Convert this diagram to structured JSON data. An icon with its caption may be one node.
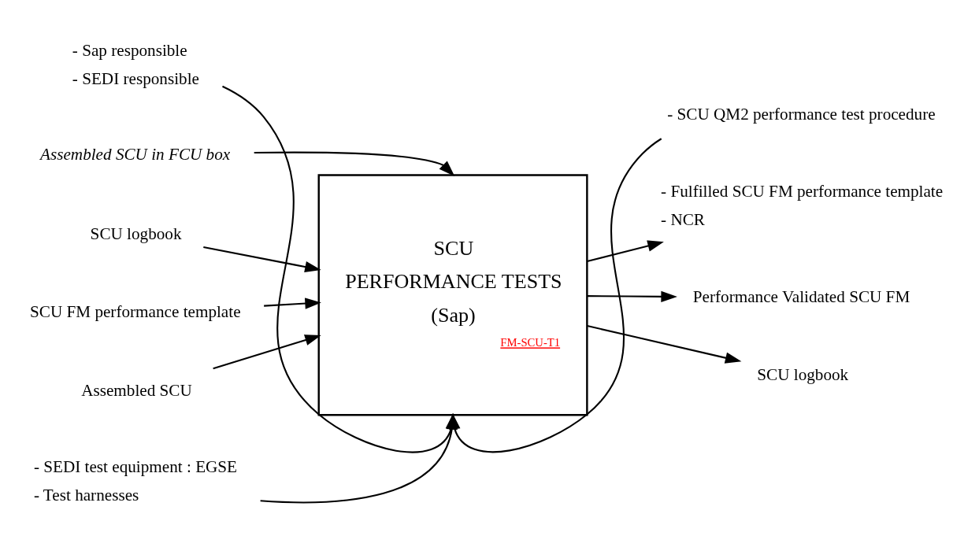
{
  "diagram": {
    "nodes": [
      {
        "text": [
          "SCU",
          "PERFORMANCE TESTS",
          "(Sap)",
          "FM-SCU-T1"
        ]
      },
      {
        "text": [
          "Assembled SCU in FCU box"
        ]
      },
      {
        "text": [
          "SCU logbook"
        ]
      },
      {
        "text": [
          "SCU FM performance template"
        ]
      },
      {
        "text": [
          "Assembled SCU"
        ]
      },
      {
        "text": [
          "- Fulfilled SCU FM performance template",
          "- NCR"
        ]
      },
      {
        "text": [
          "Performance Validated SCU FM"
        ]
      },
      {
        "text": [
          "SCU logbook"
        ]
      },
      {
        "text": [
          "- SCU QM2 performance test procedure"
        ]
      },
      {
        "text": [
          "- Sap responsible",
          "- SEDI responsible"
        ]
      },
      {
        "text": [
          "- SEDI test equipment : EGSE",
          "- Test harnesses"
        ]
      }
    ],
    "edges": [
      {
        "from": 1,
        "to": 0,
        "arrow": "to"
      },
      {
        "from": 2,
        "to": 0,
        "arrow": "to"
      },
      {
        "from": 3,
        "to": 0,
        "arrow": "to"
      },
      {
        "from": 4,
        "to": 0,
        "arrow": "to"
      },
      {
        "from": 0,
        "to": 5,
        "arrow": "to"
      },
      {
        "from": 0,
        "to": 6,
        "arrow": "to"
      },
      {
        "from": 0,
        "to": 7,
        "arrow": "to"
      },
      {
        "from": 8,
        "to": 0,
        "arrow": "to"
      },
      {
        "from": 9,
        "to": 0,
        "arrow": "to"
      },
      {
        "from": 10,
        "to": 0,
        "arrow": "to"
      }
    ]
  }
}
